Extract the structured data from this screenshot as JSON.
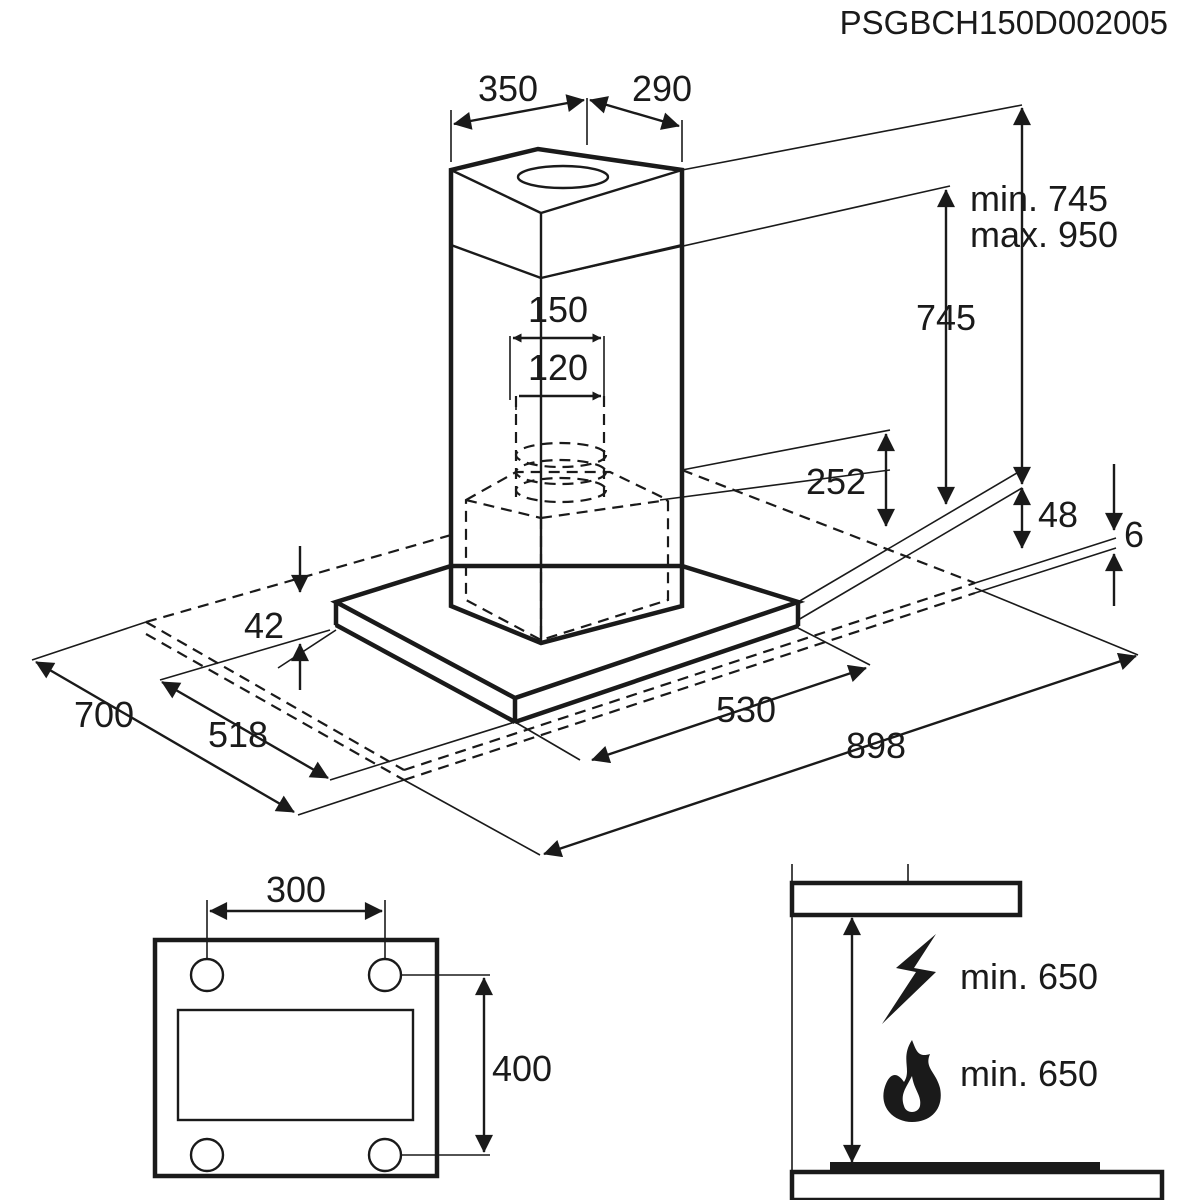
{
  "document_code": "PSGBCH150D002005",
  "main_view": {
    "width_top": "350",
    "depth_top": "290",
    "outlet_outer": "150",
    "outlet_inner": "120",
    "height_range_min": "min. 745",
    "height_range_max": "max. 950",
    "height_fixed": "745",
    "height_motor": "252",
    "canopy_height": "48",
    "glass_thickness": "6",
    "front_height": "42",
    "depth_outer": "700",
    "depth_inner": "518",
    "width_inner": "530",
    "width_outer": "898"
  },
  "mounting_view": {
    "hole_spacing_horizontal": "300",
    "hole_spacing_vertical": "400"
  },
  "clearance_view": {
    "min_electric": "min. 650",
    "min_gas": "min. 650",
    "electric_icon": "lightning-bolt-icon",
    "gas_icon": "flame-icon"
  }
}
